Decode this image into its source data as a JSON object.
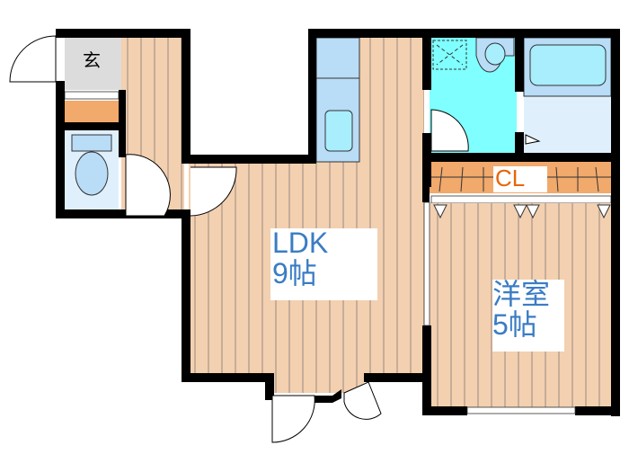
{
  "rooms": {
    "genkan": {
      "label": "玄"
    },
    "ldk": {
      "name": "LDK",
      "size": "9帖"
    },
    "western": {
      "name": "洋室",
      "size": "5帖"
    },
    "closet": {
      "label": "CL"
    }
  },
  "colors": {
    "wood": "#f3d0b0",
    "wood_line": "#9a8a80",
    "wall": "#000000",
    "genkan": "#dcdcdc",
    "storage": "#f1a96c",
    "toilet_room": "#dff0fc",
    "fixture": "#b9dcf7",
    "unit_bath": "#7fffff",
    "bath_room": "#dff0fc",
    "label_blue": "#3a7cc4",
    "label_orange": "#e8650a"
  }
}
